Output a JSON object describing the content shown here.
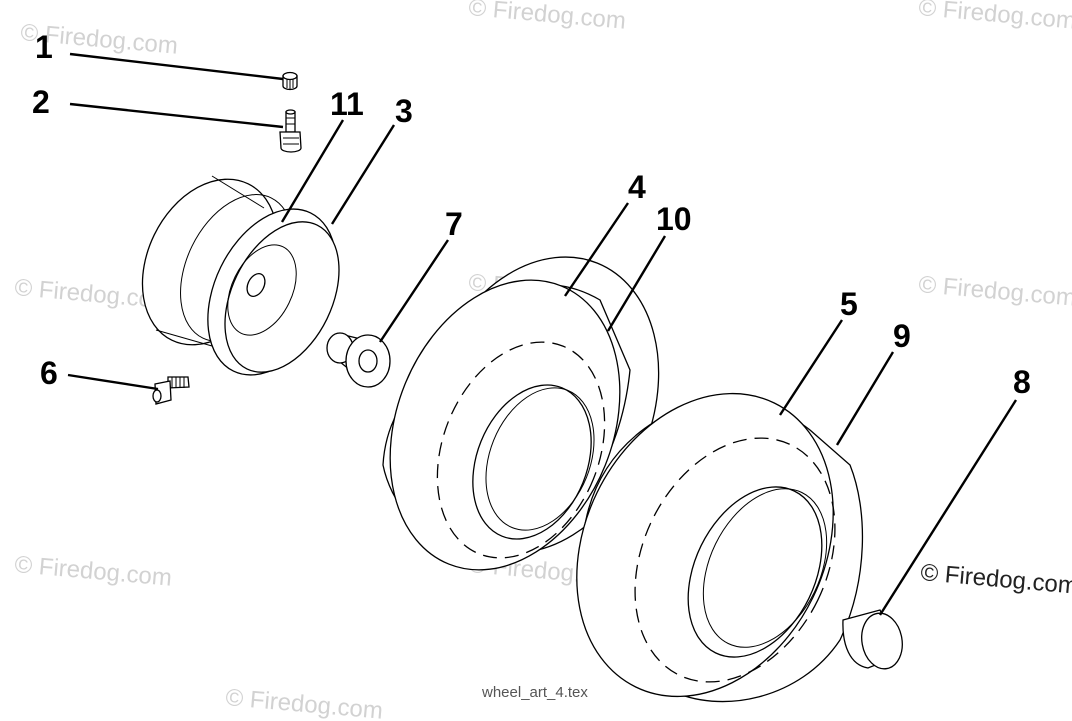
{
  "watermarks": [
    "© Firedog.com",
    "© Firedog.com",
    "© Firedog.com",
    "© Firedog.com",
    "© Firedog.com",
    "© Firedog.com",
    "© Firedog.com",
    "© Firedog.com",
    "© Firedog.com"
  ],
  "copyright_notice": "© Firedog.com",
  "caption": "wheel_art_4.tex",
  "callouts": [
    "1",
    "2",
    "11",
    "3",
    "4",
    "10",
    "7",
    "6",
    "5",
    "9",
    "8"
  ]
}
